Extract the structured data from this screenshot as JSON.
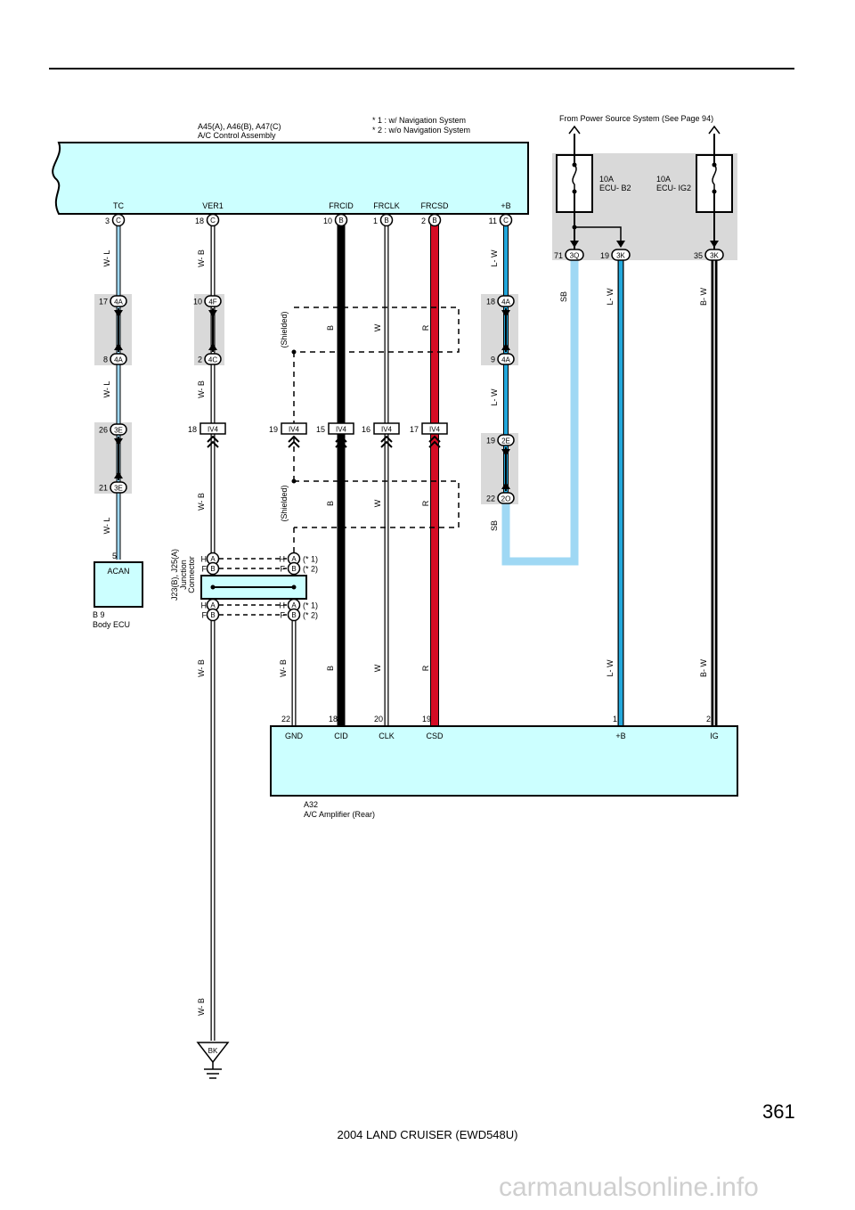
{
  "header": {
    "top_component_ids": "A45(A), A46(B), A47(C)",
    "top_component_name": "A/C Control Assembly",
    "note1": "* 1 : w/ Navigation System",
    "note2": "* 2 : w/o Navigation System",
    "power_source": "From Power Source System (See Page 94)"
  },
  "fuses": {
    "fuse1_rating": "10A",
    "fuse1_name": "ECU- B2",
    "fuse2_rating": "10A",
    "fuse2_name": "ECU- IG2"
  },
  "top_pins": [
    {
      "name": "TC",
      "num": "3",
      "conn": "C"
    },
    {
      "name": "VER1",
      "num": "18",
      "conn": "C"
    },
    {
      "name": "FRCID",
      "num": "10",
      "conn": "B"
    },
    {
      "name": "FRCLK",
      "num": "1",
      "conn": "B"
    },
    {
      "name": "FRCSD",
      "num": "2",
      "conn": "B"
    },
    {
      "name": "+B",
      "num": "11",
      "conn": "C"
    }
  ],
  "fuse_pins": [
    {
      "num": "71",
      "conn": "3Q"
    },
    {
      "num": "19",
      "conn": "3K"
    },
    {
      "num": "35",
      "conn": "3K"
    }
  ],
  "junctions": [
    {
      "num": "17",
      "conn": "4A"
    },
    {
      "num": "8",
      "conn": "4A"
    },
    {
      "num": "10",
      "conn": "4F"
    },
    {
      "num": "2",
      "conn": "4C"
    },
    {
      "num": "18",
      "conn": "4A"
    },
    {
      "num": "9",
      "conn": "4A"
    },
    {
      "num": "26",
      "conn": "3E"
    },
    {
      "num": "21",
      "conn": "3E"
    },
    {
      "num": "19",
      "conn": "2E"
    },
    {
      "num": "22",
      "conn": "2O"
    }
  ],
  "iv4": [
    {
      "num": "18",
      "conn": "IV4"
    },
    {
      "num": "19",
      "conn": "IV4"
    },
    {
      "num": "15",
      "conn": "IV4"
    },
    {
      "num": "16",
      "conn": "IV4"
    },
    {
      "num": "17",
      "conn": "IV4"
    }
  ],
  "wires": {
    "wl": "W- L",
    "wb": "W- B",
    "lw": "L- W",
    "sb": "SB",
    "bw": "B- W",
    "b": "B",
    "w": "W",
    "r": "R",
    "shielded": "(Shielded)"
  },
  "jc": {
    "h": "H",
    "f": "F",
    "a": "A",
    "b": "B",
    "star1": "(* 1)",
    "star2": "(* 2)",
    "ids": "J23(B), J25(A)",
    "word1": "Junction",
    "word2": "Connector"
  },
  "acan": {
    "pin": "5",
    "label": "ACAN",
    "id": "B 9",
    "name": "Body ECU"
  },
  "bottom_pins": [
    {
      "num": "22",
      "name": "GND"
    },
    {
      "num": "18",
      "name": "CID"
    },
    {
      "num": "20",
      "name": "CLK"
    },
    {
      "num": "19",
      "name": "CSD"
    },
    {
      "num": "1",
      "name": "+B"
    },
    {
      "num": "2",
      "name": "IG"
    }
  ],
  "amp": {
    "id": "A32",
    "name": "A/C Amplifier (Rear)"
  },
  "ground": "BK",
  "footer": {
    "page": "361",
    "model": "2004 LAND CRUISER (EWD548U)",
    "watermark": "carmanualsonline.info"
  }
}
